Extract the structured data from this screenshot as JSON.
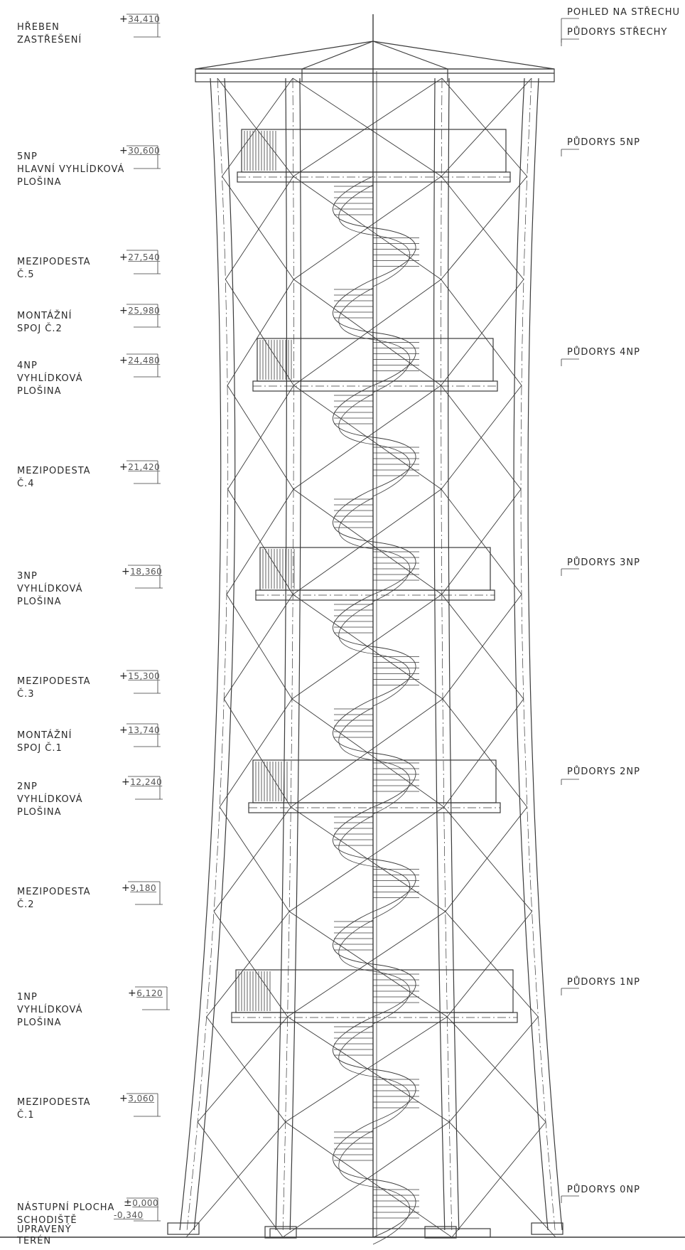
{
  "levels": [
    {
      "id": "l-34410",
      "sign": "+",
      "value": "34,410",
      "lines": [
        "HŘEBEN",
        "ZASTŘEŠENÍ"
      ]
    },
    {
      "id": "l-30600",
      "sign": "+",
      "value": "30,600",
      "lines": [
        "5NP",
        "HLAVNÍ VYHLÍDKOVÁ",
        "PLOŠINA"
      ]
    },
    {
      "id": "l-27540",
      "sign": "+",
      "value": "27,540",
      "lines": [
        "MEZIPODESTA",
        "Č.5"
      ]
    },
    {
      "id": "l-25980",
      "sign": "+",
      "value": "25,980",
      "lines": [
        "MONTÁŽNÍ",
        "SPOJ Č.2"
      ]
    },
    {
      "id": "l-24480",
      "sign": "+",
      "value": "24,480",
      "lines": [
        "4NP",
        "VYHLÍDKOVÁ",
        "PLOŠINA"
      ]
    },
    {
      "id": "l-21420",
      "sign": "+",
      "value": "21,420",
      "lines": [
        "MEZIPODESTA",
        "Č.4"
      ]
    },
    {
      "id": "l-18360",
      "sign": "+",
      "value": "18,360",
      "lines": [
        "3NP",
        "VYHLÍDKOVÁ",
        "PLOŠINA"
      ]
    },
    {
      "id": "l-15300",
      "sign": "+",
      "value": "15,300",
      "lines": [
        "MEZIPODESTA",
        "Č.3"
      ]
    },
    {
      "id": "l-13740",
      "sign": "+",
      "value": "13,740",
      "lines": [
        "MONTÁŽNÍ",
        "SPOJ Č.1"
      ]
    },
    {
      "id": "l-12240",
      "sign": "+",
      "value": "12,240",
      "lines": [
        "2NP",
        "VYHLÍDKOVÁ",
        "PLOŠINA"
      ]
    },
    {
      "id": "l-9180",
      "sign": "+",
      "value": "9,180",
      "lines": [
        "MEZIPODESTA",
        "Č.2"
      ]
    },
    {
      "id": "l-6120",
      "sign": "+",
      "value": "6,120",
      "lines": [
        "1NP",
        "VYHLÍDKOVÁ",
        "PLOŠINA"
      ]
    },
    {
      "id": "l-3060",
      "sign": "+",
      "value": "3,060",
      "lines": [
        "MEZIPODESTA",
        "Č.1"
      ]
    },
    {
      "id": "l-0000",
      "sign": "±",
      "value": "0,000",
      "lines": [
        "NÁSTUPNÍ PLOCHA",
        "SCHODIŠTĚ"
      ]
    },
    {
      "id": "l-m340",
      "sign": "",
      "value": "-0,340",
      "lines": [
        "UPRAVENÝ",
        "TERÉN"
      ]
    }
  ],
  "views": [
    {
      "id": "v-roof-view",
      "text": "POHLED NA STŘECHU"
    },
    {
      "id": "v-roof-plan",
      "text": "PŮDORYS STŘECHY"
    },
    {
      "id": "v-5np",
      "text": "PŮDORYS 5NP"
    },
    {
      "id": "v-4np",
      "text": "PŮDORYS 4NP"
    },
    {
      "id": "v-3np",
      "text": "PŮDORYS 3NP"
    },
    {
      "id": "v-2np",
      "text": "PŮDORYS 2NP"
    },
    {
      "id": "v-1np",
      "text": "PŮDORYS 1NP"
    },
    {
      "id": "v-0np",
      "text": "PŮDORYS 0NP"
    }
  ]
}
